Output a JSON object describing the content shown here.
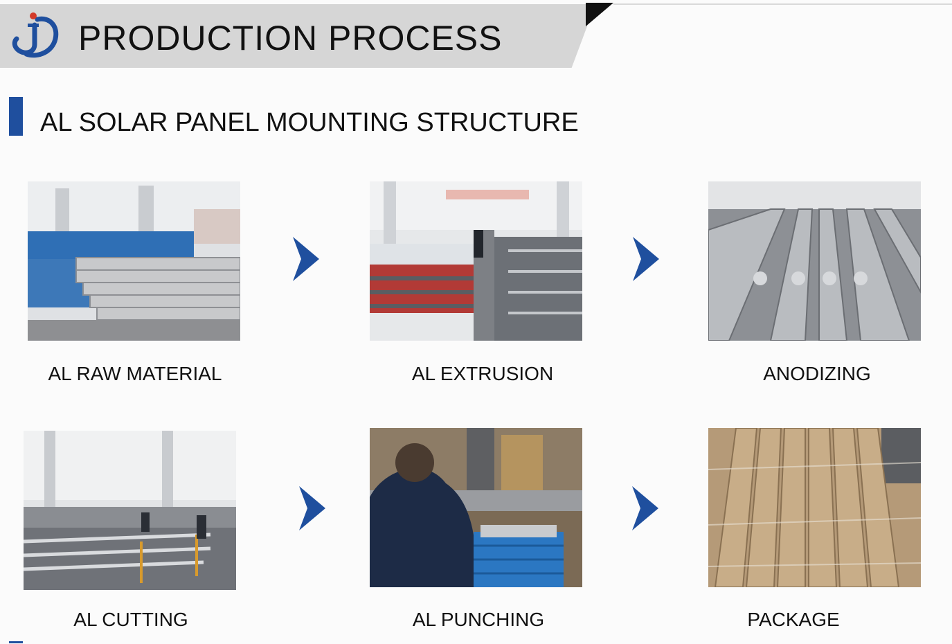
{
  "header": {
    "title": "PRODUCTION PROCESS",
    "logo_icon": "jd-swirl-logo-icon"
  },
  "section": {
    "title": "AL SOLAR PANEL MOUNTING STRUCTURE"
  },
  "steps": [
    {
      "label": "AL RAW MATERIAL"
    },
    {
      "label": "AL EXTRUSION"
    },
    {
      "label": "ANODIZING"
    },
    {
      "label": "AL CUTTING"
    },
    {
      "label": "AL PUNCHING"
    },
    {
      "label": "PACKAGE"
    }
  ],
  "arrow_icon": "chevron-right-icon",
  "colors": {
    "accent_blue": "#1f4f9e",
    "header_band": "#d6d6d6",
    "logo_red": "#d23a2a"
  }
}
